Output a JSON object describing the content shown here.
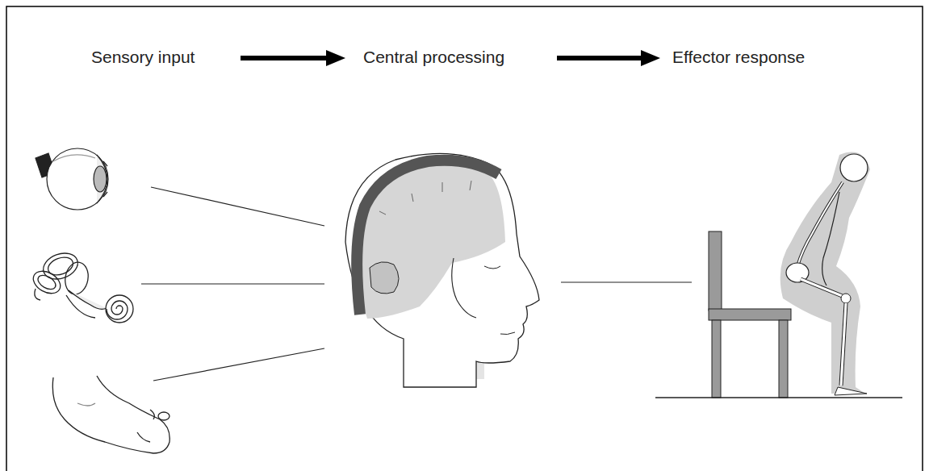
{
  "diagram": {
    "labels": [
      "Sensory input",
      "Central processing",
      "Effector response"
    ]
  }
}
